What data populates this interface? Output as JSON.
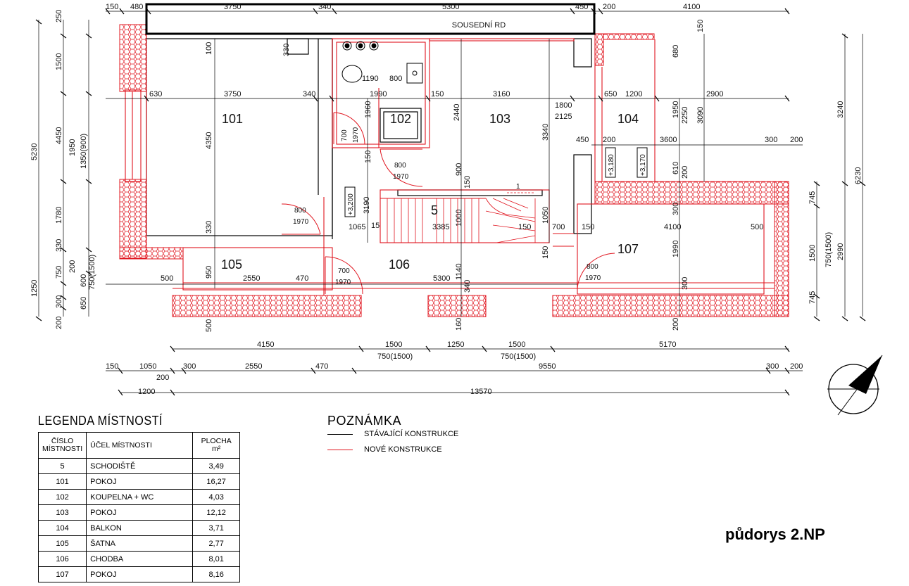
{
  "drawing_title": "půdorys 2.NP",
  "neighbor_label": "SOUSEDNÍ RD",
  "rooms": {
    "r101": "101",
    "r102": "102",
    "r103": "103",
    "r104": "104",
    "r105": "105",
    "r106": "106",
    "r107": "107",
    "r5": "5"
  },
  "levels": {
    "l1": "+3,200",
    "l2": "+3,180",
    "l3": "+3,170"
  },
  "doors": {
    "d102": [
      "700",
      "1970"
    ],
    "d103": [
      "800",
      "1970"
    ],
    "d101": [
      "800",
      "1970"
    ],
    "d105": [
      "700",
      "1970"
    ],
    "d107": [
      "800",
      "1970"
    ]
  },
  "top_dims": [
    "150",
    "480",
    "3750",
    "340",
    "5300",
    "450",
    "200",
    "4100"
  ],
  "inner_dims_row1": [
    "630",
    "3750",
    "340",
    "1990",
    "150",
    "3160",
    "1800",
    "2125",
    "650",
    "1200",
    "2900"
  ],
  "inner_dims_misc": [
    "1190",
    "800",
    "450",
    "200",
    "3600",
    "300",
    "200",
    "1065",
    "15",
    "3385",
    "150",
    "700",
    "150",
    "4100",
    "500",
    "2550",
    "470",
    "5300",
    "500"
  ],
  "inner_vertical_dims": [
    "100",
    "330",
    "4350",
    "330",
    "950",
    "1960",
    "2440",
    "3340",
    "900",
    "150",
    "3190",
    "150",
    "1000",
    "1050",
    "150",
    "1140",
    "340",
    "1990",
    "300",
    "300",
    "1950",
    "2250",
    "3090",
    "610",
    "200",
    "680",
    "150"
  ],
  "left_dims": {
    "col1": [
      "5230",
      "1250",
      "200"
    ],
    "col2": [
      "250",
      "1500",
      "4450",
      "1780",
      "330",
      "750",
      "300",
      "650"
    ],
    "col3": [
      "1950",
      "1350(900)",
      "200",
      "600",
      "750(1500)"
    ]
  },
  "right_dims": {
    "col1": [
      "3240",
      "6230"
    ],
    "col2": [
      "745",
      "1500",
      "745"
    ],
    "col3": [
      "750(1500)",
      "2990"
    ]
  },
  "bottom_dims": {
    "row1": [
      "4150",
      "1500",
      "1250",
      "1500",
      "5170"
    ],
    "row1_sub": [
      "750(1500)",
      "750(1500)"
    ],
    "row2": [
      "150",
      "1050",
      "300",
      "2550",
      "470",
      "9550",
      "300",
      "200"
    ],
    "row2_extra": [
      "200"
    ],
    "row3": [
      "1200",
      "13570"
    ],
    "ticks": [
      "500",
      "160",
      "200"
    ]
  },
  "stair_label": "1",
  "legend": {
    "title": "LEGENDA MÍSTNOSTÍ",
    "headers": {
      "num": "ČÍSLO MÍSTNOSTI",
      "purpose": "ÚČEL MÍSTNOSTI",
      "area": "PLOCHA",
      "unit": "m²"
    },
    "rows": [
      {
        "num": "5",
        "name": "SCHODIŠTĚ",
        "area": "3,49"
      },
      {
        "num": "101",
        "name": "POKOJ",
        "area": "16,27"
      },
      {
        "num": "102",
        "name": "KOUPELNA + WC",
        "area": "4,03"
      },
      {
        "num": "103",
        "name": "POKOJ",
        "area": "12,12"
      },
      {
        "num": "104",
        "name": "BALKON",
        "area": "3,71"
      },
      {
        "num": "105",
        "name": "ŠATNA",
        "area": "2,77"
      },
      {
        "num": "106",
        "name": "CHODBA",
        "area": "8,01"
      },
      {
        "num": "107",
        "name": "POKOJ",
        "area": "8,16"
      }
    ]
  },
  "note": {
    "title": "POZNÁMKA",
    "existing": "STÁVAJÍCÍ KONSTRUKCE",
    "new": "NOVÉ KONSTRUKCE",
    "existing_color": "#000000",
    "new_color": "#e0141e"
  }
}
